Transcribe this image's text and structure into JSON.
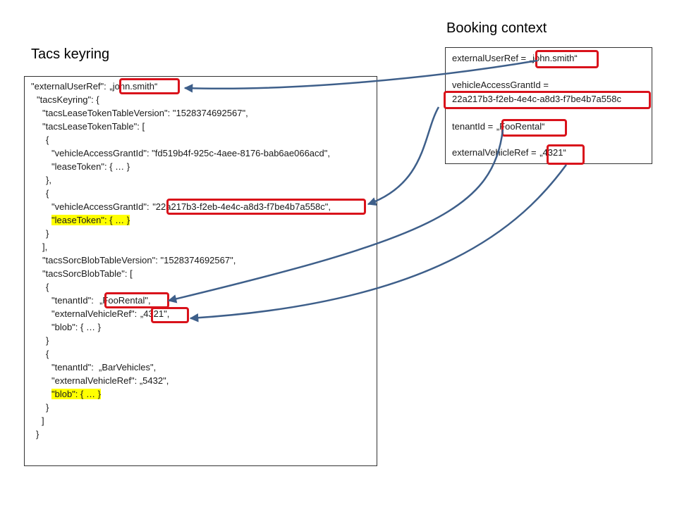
{
  "keyring": {
    "title": "Tacs keyring",
    "lines": [
      {
        "pre": "\"externalUserRef\": ",
        "val": "„john.smith“",
        "post": ""
      },
      {
        "pre": "\"tacsKeyring\": {",
        "val": "",
        "post": ""
      },
      {
        "pre": "\"tacsLeaseTokenTableVersion\": \"1528374692567\",",
        "val": "",
        "post": ""
      },
      {
        "pre": "\"tacsLeaseTokenTable\": [",
        "val": "",
        "post": ""
      },
      {
        "pre": "{",
        "val": "",
        "post": ""
      },
      {
        "pre": "\"vehicleAccessGrantId\": \"fd519b4f-925c-4aee-8176-bab6ae066acd\",",
        "val": "",
        "post": ""
      },
      {
        "pre": "\"leaseToken\": { … }",
        "val": "",
        "post": ""
      },
      {
        "pre": "},",
        "val": "",
        "post": ""
      },
      {
        "pre": "{",
        "val": "",
        "post": ""
      },
      {
        "pre": "\"vehicleAccessGrantId\": ",
        "val": "\"22a217b3-f2eb-4e4c-a8d3-f7be4b7a558c\",",
        "post": ""
      },
      {
        "pre": "",
        "val": "",
        "post": "",
        "hl": "\"leaseToken\": { … }"
      },
      {
        "pre": "}",
        "val": "",
        "post": ""
      },
      {
        "pre": "],",
        "val": "",
        "post": ""
      },
      {
        "pre": "\"tacsSorcBlobTableVersion\": \"1528374692567\",",
        "val": "",
        "post": ""
      },
      {
        "pre": "\"tacsSorcBlobTable\": [",
        "val": "",
        "post": ""
      },
      {
        "pre": "{",
        "val": "",
        "post": ""
      },
      {
        "pre": "\"tenantId\":  ",
        "val": "„FooRental\",",
        "post": ""
      },
      {
        "pre": "\"externalVehicleRef\": ",
        "val": "„4321\",",
        "post": ""
      },
      {
        "pre": "\"blob\": { … }",
        "val": "",
        "post": ""
      },
      {
        "pre": "}",
        "val": "",
        "post": ""
      },
      {
        "pre": "{",
        "val": "",
        "post": ""
      },
      {
        "pre": "\"tenantId\":  „BarVehicles\",",
        "val": "",
        "post": ""
      },
      {
        "pre": "\"externalVehicleRef\": „5432\",",
        "val": "",
        "post": ""
      },
      {
        "pre": "",
        "val": "",
        "post": "",
        "hl": "\"blob\": { … }"
      },
      {
        "pre": "}",
        "val": "",
        "post": ""
      },
      {
        "pre": "]",
        "val": "",
        "post": ""
      },
      {
        "pre": "}",
        "val": "",
        "post": ""
      }
    ]
  },
  "booking": {
    "title": "Booking context",
    "user_ref_label": "externalUserRef = ",
    "user_ref_value": "„john.smith“",
    "grant_label": "vehicleAccessGrantId =",
    "grant_value": "22a217b3-f2eb-4e4c-a8d3-f7be4b7a558c",
    "tenant_label": "tenantId = ",
    "tenant_value": "„FooRental“",
    "vehicle_ref_label": "externalVehicleRef = ",
    "vehicle_ref_value": "„4321“"
  },
  "colors": {
    "highlight_box": "#d9121b",
    "arrow": "#3e5f8a",
    "yellow_highlight": "#ffff00"
  }
}
